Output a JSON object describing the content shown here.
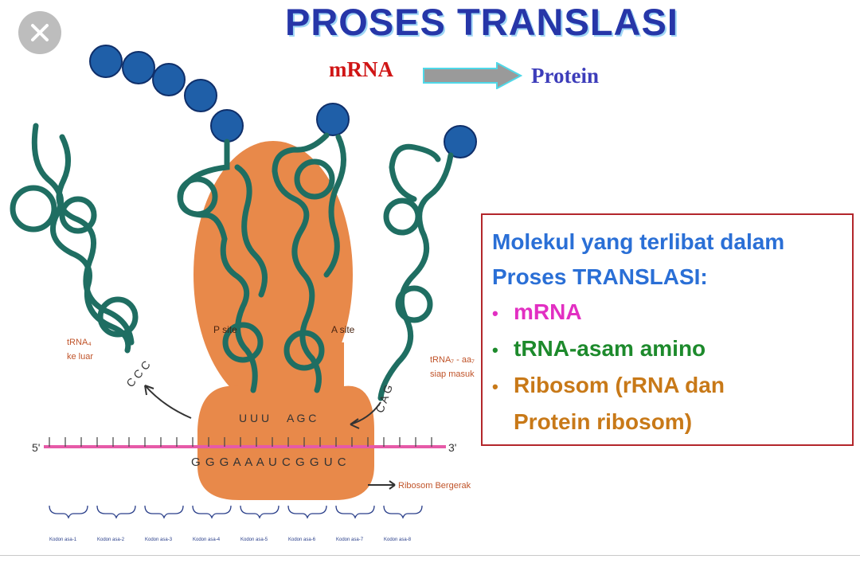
{
  "title": "PROSES TRANSLASI",
  "flow": {
    "from": "mRNA",
    "to": "Protein"
  },
  "info": {
    "heading": "Molekul yang terlibat dalam\nProses TRANSLASI:",
    "bullets": [
      {
        "text": "mRNA",
        "color": "#e22fc2"
      },
      {
        "text": "tRNA-asam amino",
        "color": "#1d8a2c"
      },
      {
        "text": "Ribosom  (rRNA dan",
        "color": "#c87918"
      }
    ],
    "continuation": "Protein ribosom)"
  },
  "diagram": {
    "p_site": "P site",
    "a_site": "A site",
    "trna_out": [
      "tRNA₄",
      "ke luar"
    ],
    "trna_in": [
      "tRNA₇ - aa₇",
      "siap masuk"
    ],
    "ribosome_move": "Ribosom Bergerak",
    "five_prime": "5'",
    "three_prime": "3'",
    "anticodon_exit": "C C C",
    "anticodon_p": "U U U",
    "anticodon_a": "A G C",
    "anticodon_incoming": "C A G",
    "mrna_sequence": "G G G A A A U C G G U C",
    "codons": [
      "Kodon asa-1",
      "Kodon asa-2",
      "Kodon asa-3",
      "Kodon asa-4",
      "Kodon asa-5",
      "Kodon asa-6",
      "Kodon asa-7",
      "Kodon asa-8"
    ]
  },
  "colors": {
    "title": "#2636a8",
    "ribosome": "#e8894a",
    "trna": "#1f6e62",
    "amino_acid": "#1f5fa8",
    "mrna": "#e65aa8",
    "box_border": "#b3262b"
  },
  "icons": {
    "close": "close-icon",
    "arrow": "arrow-right-icon"
  }
}
